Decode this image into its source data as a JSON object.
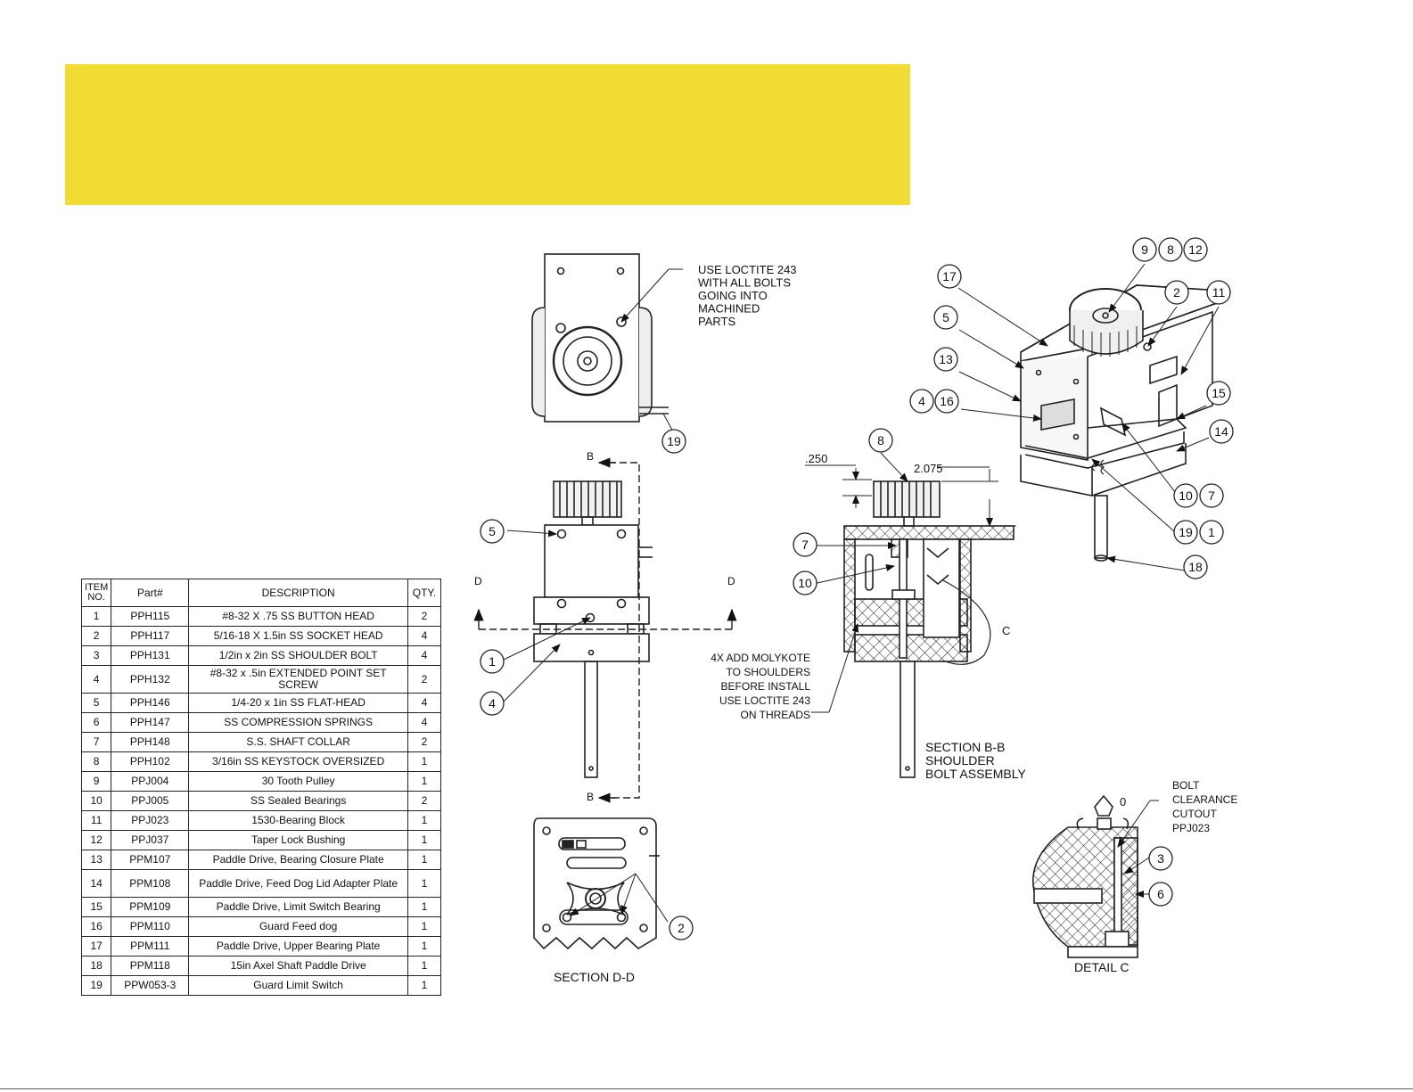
{
  "bom": {
    "headers": {
      "item": "ITEM NO.",
      "part": "Part#",
      "description": "DESCRIPTION",
      "qty": "QTY."
    },
    "rows": [
      {
        "item": "1",
        "part": "PPH115",
        "description": "#8-32 X .75 SS BUTTON HEAD",
        "qty": "2"
      },
      {
        "item": "2",
        "part": "PPH117",
        "description": "5/16-18 X 1.5in SS SOCKET HEAD",
        "qty": "4"
      },
      {
        "item": "3",
        "part": "PPH131",
        "description": "1/2in x 2in SS SHOULDER BOLT",
        "qty": "4"
      },
      {
        "item": "4",
        "part": "PPH132",
        "description": "#8-32 x .5in EXTENDED POINT SET SCREW",
        "qty": "2"
      },
      {
        "item": "5",
        "part": "PPH146",
        "description": "1/4-20 x 1in SS FLAT-HEAD",
        "qty": "4"
      },
      {
        "item": "6",
        "part": "PPH147",
        "description": "SS COMPRESSION SPRINGS",
        "qty": "4"
      },
      {
        "item": "7",
        "part": "PPH148",
        "description": "S.S. SHAFT COLLAR",
        "qty": "2"
      },
      {
        "item": "8",
        "part": "PPH102",
        "description": "3/16in SS KEYSTOCK OVERSIZED",
        "qty": "1"
      },
      {
        "item": "9",
        "part": "PPJ004",
        "description": "30 Tooth Pulley",
        "qty": "1"
      },
      {
        "item": "10",
        "part": "PPJ005",
        "description": "SS Sealed Bearings",
        "qty": "2"
      },
      {
        "item": "11",
        "part": "PPJ023",
        "description": "1530-Bearing Block",
        "qty": "1"
      },
      {
        "item": "12",
        "part": "PPJ037",
        "description": "Taper Lock Bushing",
        "qty": "1"
      },
      {
        "item": "13",
        "part": "PPM107",
        "description": "Paddle Drive, Bearing Closure Plate",
        "qty": "1"
      },
      {
        "item": "14",
        "part": "PPM108",
        "description": "Paddle Drive, Feed Dog Lid Adapter Plate",
        "qty": "1"
      },
      {
        "item": "15",
        "part": "PPM109",
        "description": "Paddle Drive, Limit Switch Bearing",
        "qty": "1"
      },
      {
        "item": "16",
        "part": "PPM110",
        "description": "Guard Feed dog",
        "qty": "1"
      },
      {
        "item": "17",
        "part": "PPM111",
        "description": "Paddle Drive, Upper Bearing Plate",
        "qty": "1"
      },
      {
        "item": "18",
        "part": "PPM118",
        "description": "15in Axel Shaft Paddle Drive",
        "qty": "1"
      },
      {
        "item": "19",
        "part": "PPW053-3",
        "description": "Guard Limit Switch",
        "qty": "1"
      }
    ]
  },
  "notes": {
    "loctite_lines": [
      "USE LOCTITE 243",
      "WITH ALL BOLTS",
      "GOING INTO",
      "MACHINED",
      "PARTS"
    ],
    "molykote_lines": [
      "4X ADD MOLYKOTE",
      "TO SHOULDERS",
      "BEFORE INSTALL",
      "USE LOCTITE 243",
      "ON THREADS"
    ],
    "bolt_clearance_lines": [
      "BOLT",
      "CLEARANCE",
      "CUTOUT",
      "PPJ023"
    ]
  },
  "views": {
    "section_dd": "SECTION D-D",
    "section_bb_lines": [
      "SECTION B-B",
      "SHOULDER",
      "BOLT ASSEMBLY"
    ],
    "detail_c": "DETAIL C",
    "cut_b": "B",
    "cut_d": "D",
    "cut_c": "C"
  },
  "dimensions": {
    "dim_250": ".250",
    "dim_2075": "2.075"
  },
  "callouts": {
    "top_view": [
      "19"
    ],
    "front_view": [
      "5",
      "1",
      "4"
    ],
    "section_dd": [
      "2"
    ],
    "section_bb": [
      "8",
      "7",
      "10"
    ],
    "iso_view": [
      "9",
      "8",
      "12",
      "17",
      "2",
      "11",
      "5",
      "13",
      "15",
      "4",
      "16",
      "14",
      "10",
      "7",
      "19",
      "1",
      "18"
    ],
    "detail_c": [
      "3",
      "6"
    ]
  }
}
